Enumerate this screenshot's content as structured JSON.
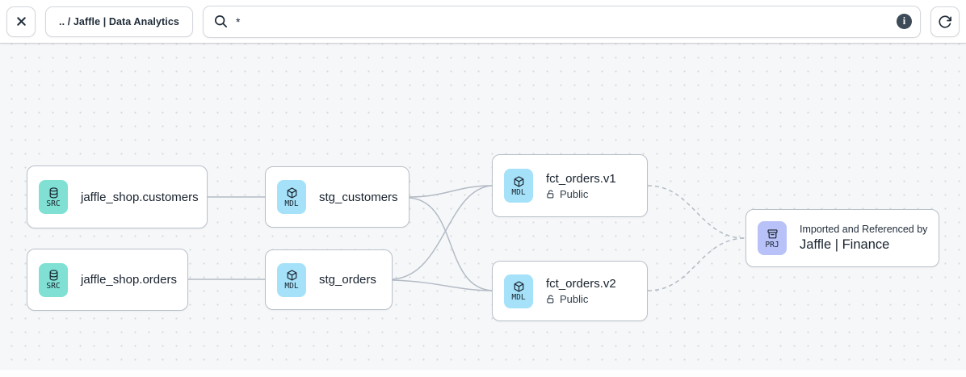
{
  "toolbar": {
    "breadcrumb": ".. / Jaffle | Data Analytics",
    "search": {
      "value": "*"
    },
    "info_glyph": "i"
  },
  "icons": {
    "close": "x-mark",
    "search": "magnifier",
    "info": "letter-i-circle",
    "refresh": "clockwise-arrow",
    "source": "database-cylinder",
    "model": "cube-package",
    "project": "archive-box",
    "public_access": "lock-open"
  },
  "colors": {
    "src_badge": "#7fe0d3",
    "mdl_badge": "#a5e1f8",
    "prj_badge": "#b9c2f8",
    "edge": "#b3bbc6",
    "node_border": "#b9c1cb",
    "canvas_bg": "#f6f7f8",
    "text": "#18222e"
  },
  "graph": {
    "nodes": [
      {
        "id": "jaffle_shop.customers",
        "badge": "SRC",
        "title": "jaffle_shop.customers"
      },
      {
        "id": "jaffle_shop.orders",
        "badge": "SRC",
        "title": "jaffle_shop.orders"
      },
      {
        "id": "stg_customers",
        "badge": "MDL",
        "title": "stg_customers"
      },
      {
        "id": "stg_orders",
        "badge": "MDL",
        "title": "stg_orders"
      },
      {
        "id": "fct_orders.v1",
        "badge": "MDL",
        "title": "fct_orders.v1",
        "access": "Public"
      },
      {
        "id": "fct_orders.v2",
        "badge": "MDL",
        "title": "fct_orders.v2",
        "access": "Public"
      },
      {
        "id": "jaffle_finance",
        "badge": "PRJ",
        "subtitle": "Imported and Referenced by",
        "title": "Jaffle | Finance"
      }
    ],
    "edges": [
      {
        "from": "jaffle_shop.customers",
        "to": "stg_customers",
        "style": "solid"
      },
      {
        "from": "jaffle_shop.orders",
        "to": "stg_orders",
        "style": "solid"
      },
      {
        "from": "stg_customers",
        "to": "fct_orders.v1",
        "style": "solid"
      },
      {
        "from": "stg_customers",
        "to": "fct_orders.v2",
        "style": "solid"
      },
      {
        "from": "stg_orders",
        "to": "fct_orders.v1",
        "style": "solid"
      },
      {
        "from": "stg_orders",
        "to": "fct_orders.v2",
        "style": "solid"
      },
      {
        "from": "fct_orders.v1",
        "to": "jaffle_finance",
        "style": "dashed"
      },
      {
        "from": "fct_orders.v2",
        "to": "jaffle_finance",
        "style": "dashed"
      }
    ]
  }
}
